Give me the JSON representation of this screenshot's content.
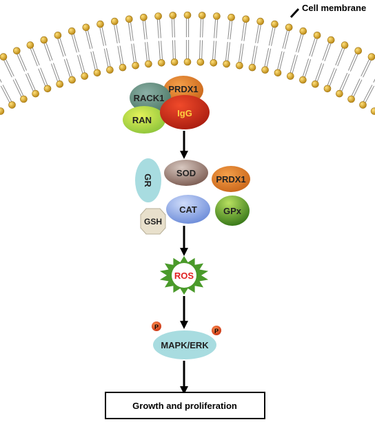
{
  "membrane": {
    "label": "Cell membrane"
  },
  "complex": {
    "rack1": "RACK1",
    "prdx1": "PRDX1",
    "igg": "IgG",
    "ran": "RAN"
  },
  "antioxidants": {
    "gr": "GR",
    "sod": "SOD",
    "prdx1": "PRDX1",
    "gsh": "GSH",
    "cat": "CAT",
    "gpx": "GPx"
  },
  "ros": {
    "label": "ROS"
  },
  "mapk": {
    "label": "MAPK/ERK",
    "phospho": "P"
  },
  "outcome": {
    "label": "Growth and proliferation"
  },
  "colors": {
    "head": "#d9a520",
    "tail": "#8a8a8a",
    "rack1": "#6f9a8a",
    "prdx1": "#e0822a",
    "igg": "#d8301e",
    "igg_text": "#ffd040",
    "ran": "#b8dc48",
    "gr": "#a8dce0",
    "sod": "#9a7a70",
    "gsh": "#e8e0cc",
    "cat": "#8aa8e8",
    "gpx": "#5a9a2a",
    "ros_star": "#4a9a2a",
    "ros_text": "#e02020",
    "mapk": "#a8dce0",
    "phospho": "#e05020"
  }
}
